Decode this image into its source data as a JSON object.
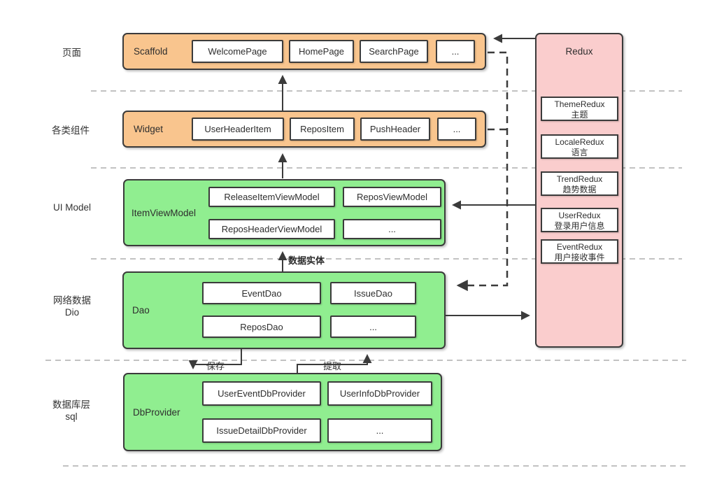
{
  "layer_labels": {
    "pages": "页面",
    "components": "各类组件",
    "ui_model": "UI Model",
    "network_1": "网络数据",
    "network_2": "Dio",
    "database_1": "数据库层",
    "database_2": "sql"
  },
  "scaffold": {
    "title": "Scaffold",
    "items": [
      "WelcomePage",
      "HomePage",
      "SearchPage",
      "..."
    ]
  },
  "widget": {
    "title": "Widget",
    "items": [
      "UserHeaderItem",
      "ReposItem",
      "PushHeader",
      "..."
    ]
  },
  "item_view_model": {
    "title": "ItemViewModel",
    "items": [
      "ReleaseItemViewModel",
      "ReposViewModel",
      "ReposHeaderViewModel",
      "..."
    ]
  },
  "dao": {
    "title": "Dao",
    "items": [
      "EventDao",
      "IssueDao",
      "ReposDao",
      "..."
    ]
  },
  "db_provider": {
    "title": "DbProvider",
    "items": [
      "UserEventDbProvider",
      "UserInfoDbProvider",
      "IssueDetailDbProvider",
      "..."
    ]
  },
  "redux": {
    "title": "Redux",
    "items": [
      {
        "name": "ThemeRedux",
        "desc": "主题"
      },
      {
        "name": "LocaleRedux",
        "desc": "语言"
      },
      {
        "name": "TrendRedux",
        "desc": "趋势数据"
      },
      {
        "name": "UserRedux",
        "desc": "登录用户信息"
      },
      {
        "name": "EventRedux",
        "desc": "用户接收事件"
      }
    ]
  },
  "edge_labels": {
    "data_entity": "数据实体",
    "save": "保存",
    "extract": "提取"
  },
  "colors": {
    "page_layer": "#F9C58E",
    "data_layer": "#90EE90",
    "redux_layer": "#FACDCD",
    "border": "#3B3B3B",
    "separator": "#ADADAD"
  }
}
